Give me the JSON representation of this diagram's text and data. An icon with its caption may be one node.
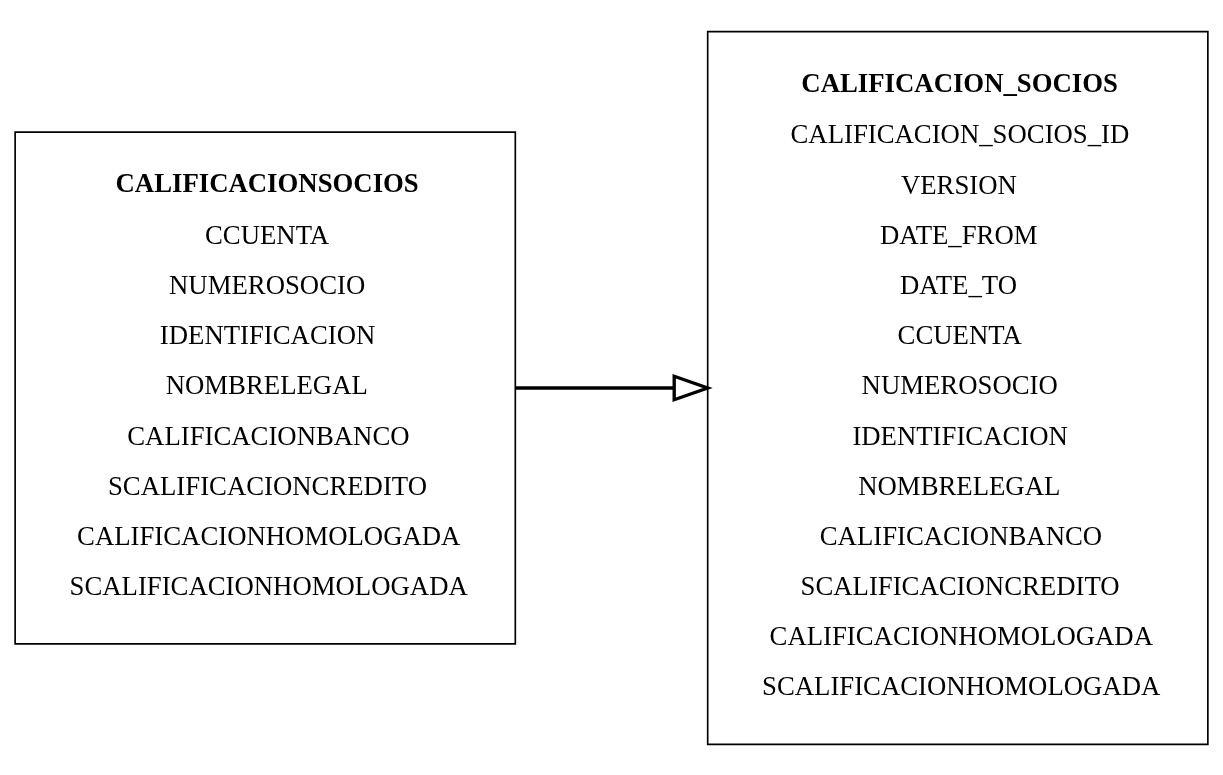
{
  "diagram": {
    "nodes": [
      {
        "text": [
          "CALIFICACIONSOCIOS",
          "CCUENTA",
          "NUMEROSOCIO",
          "IDENTIFICACION",
          "NOMBRELEGAL",
          "CALIFICACIONBANCO",
          "SCALIFICACIONCREDITO",
          "CALIFICACIONHOMOLOGADA",
          "SCALIFICACIONHOMOLOGADA"
        ]
      },
      {
        "text": [
          "CALIFICACION_SOCIOS",
          "CALIFICACION_SOCIOS_ID",
          "VERSION",
          "DATE_FROM",
          "DATE_TO",
          "CCUENTA",
          "NUMEROSOCIO",
          "IDENTIFICACION",
          "NOMBRELEGAL",
          "CALIFICACIONBANCO",
          "SCALIFICACIONCREDITO",
          "CALIFICACIONHOMOLOGADA",
          "SCALIFICACIONHOMOLOGADA"
        ]
      }
    ],
    "edges": [
      {
        "from": 0,
        "to": 1,
        "arrow": "to"
      }
    ]
  }
}
